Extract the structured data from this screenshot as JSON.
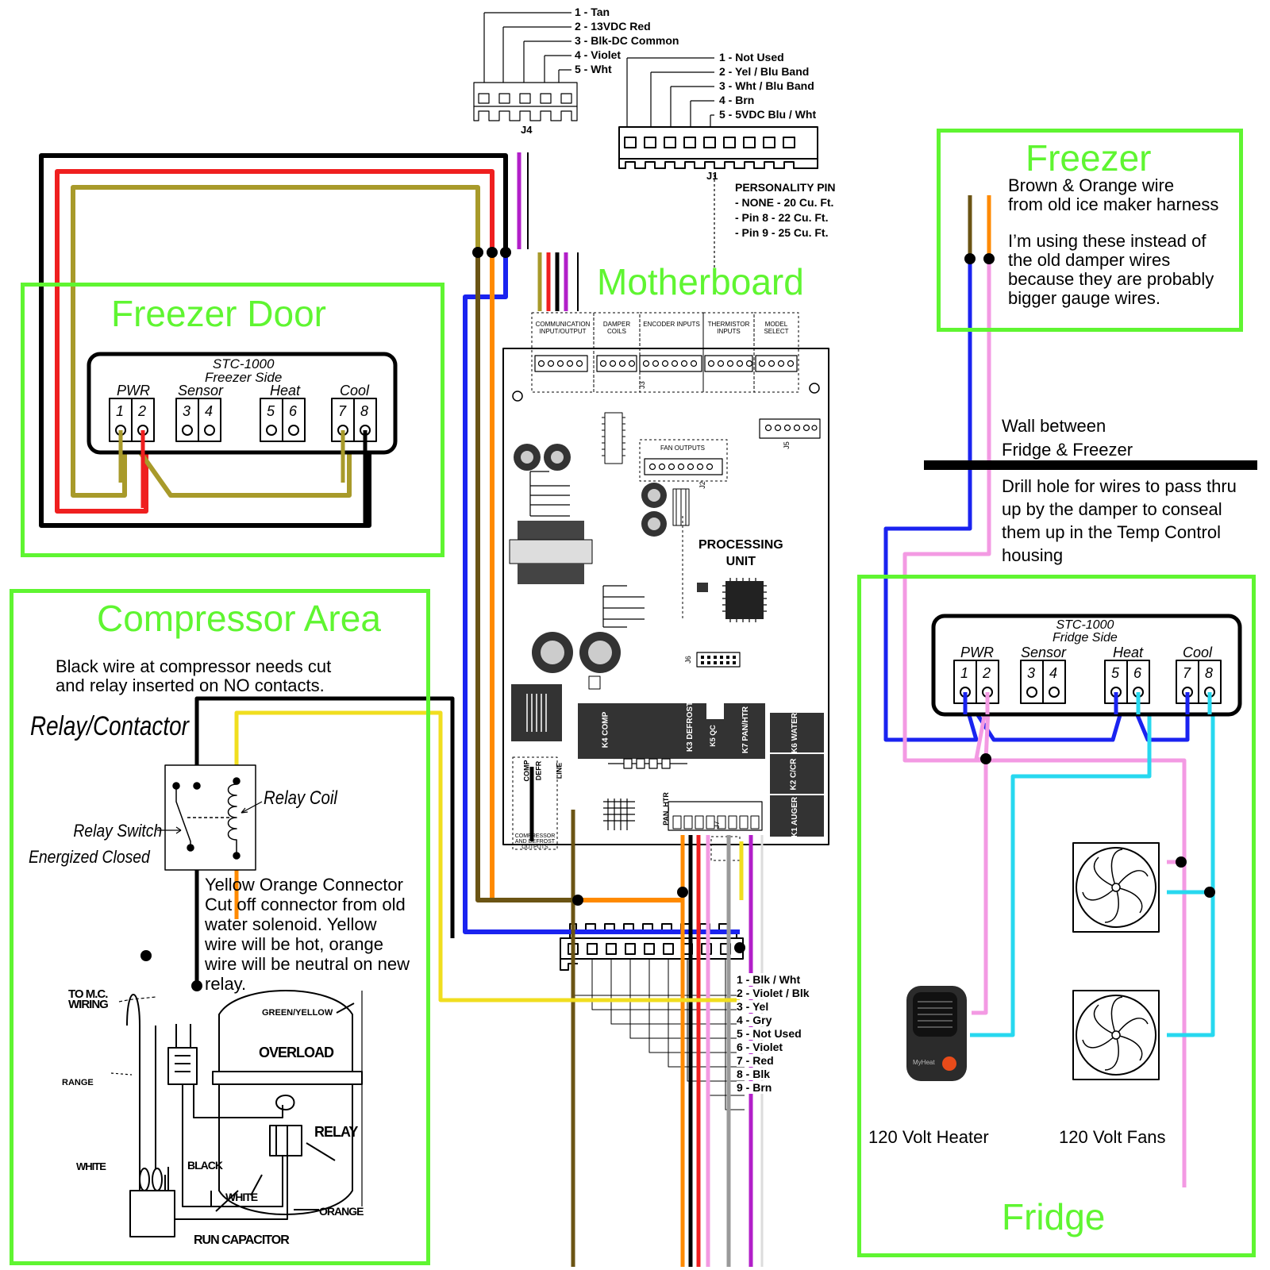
{
  "sections": {
    "freezer_door": "Freezer Door",
    "compressor_area": "Compressor Area",
    "motherboard": "Motherboard",
    "freezer": "Freezer",
    "fridge": "Fridge"
  },
  "controllers": {
    "freezer": {
      "model": "STC-1000",
      "side": "Freezer Side"
    },
    "fridge": {
      "model": "STC-1000",
      "side": "Fridge Side"
    },
    "group_labels": [
      "PWR",
      "Sensor",
      "Heat",
      "Cool"
    ],
    "terminals": [
      "1",
      "2",
      "3",
      "4",
      "5",
      "6",
      "7",
      "8"
    ]
  },
  "connectors": {
    "j4": {
      "name": "J4",
      "pins": [
        "1 - Tan",
        "2 - 13VDC Red",
        "3 - Blk-DC Common",
        "4 - Violet",
        "5 - Wht"
      ]
    },
    "j1": {
      "name": "J1",
      "pins": [
        "1 - Not Used",
        "2 - Yel / Blu Band",
        "3 - Wht / Blu Band",
        "4 - Brn",
        "5 - 5VDC Blu / Wht"
      ]
    },
    "j7": {
      "name": "J7",
      "pins": [
        "1 - Blk / Wht",
        "2 - Violet / Blk",
        "3 - Yel",
        "4 - Gry",
        "5 - Not Used",
        "6 - Violet",
        "7 - Red",
        "8 - Blk",
        "9 - Brn"
      ]
    }
  },
  "personality": {
    "title": "PERSONALITY PIN",
    "options": [
      "- NONE - 20 Cu. Ft.",
      "- Pin 8 - 22 Cu. Ft.",
      "- Pin 9 - 25 Cu. Ft."
    ]
  },
  "board": {
    "processing_unit": [
      "PROCESSING",
      "UNIT"
    ],
    "headers": [
      "COMMUNICATION INPUT/OUTPUT",
      "DAMPER COILS",
      "ENCODER INPUTS",
      "THERMISTOR INPUTS",
      "MODEL SELECT"
    ],
    "fan_outputs": "FAN OUTPUTS",
    "relays": [
      "K4 COMP",
      "K3 DEFROST",
      "K5 QC",
      "K7 PAN/HTR",
      "K6 WATER",
      "K2 C/CR",
      "K1 AUGER"
    ],
    "bottom": [
      "COMP",
      "DEFR",
      "LINE",
      "COMPRESSOR AND DEFROST OUTPUTS",
      "PAN_HTR"
    ],
    "labels": [
      "J2",
      "J3",
      "J5",
      "J6",
      "J7"
    ]
  },
  "notes": {
    "freezer_wire": [
      "Brown & Orange wire",
      "from old ice maker harness",
      "I’m using these instead of",
      "the old damper wires",
      "because they are probably",
      "bigger gauge wires."
    ],
    "wall": [
      "Wall between",
      "Fridge & Freezer"
    ],
    "drill": [
      "Drill hole for wires to pass thru",
      "up by the damper to conseal",
      "them up in the Temp Control",
      "housing"
    ],
    "compressor": [
      "Black wire at compressor needs cut",
      "and relay inserted on NO contacts."
    ],
    "relay_title": "Relay/Contactor",
    "relay_coil": "Relay Coil",
    "relay_switch": [
      "Relay Switch",
      "Energized Closed"
    ],
    "yellow_orange": [
      "Yellow Orange Connector",
      "Cut off connector from old",
      "water solenoid. Yellow",
      "wire will be hot, orange",
      "wire will be neutral on new",
      "relay."
    ],
    "heater": "120 Volt Heater",
    "fans": "120 Volt Fans"
  },
  "compressor_drawing": [
    "TO M.C. WIRING",
    "RANGE",
    "WHITE",
    "GREEN/YELLOW",
    "OVERLOAD",
    "RELAY",
    "BLACK",
    "WHITE",
    "ORANGE",
    "RUN CAPACITOR"
  ],
  "heater_brand": "MyHeat",
  "colors": {
    "section_border": "#5ff531",
    "black": "#000000",
    "red": "#ef1f1f",
    "tan": "#a89a2a",
    "brown": "#6b5414",
    "orange": "#ff8a00",
    "blue": "#1a23f0",
    "pink": "#f39ae3",
    "cyan": "#27d8ef",
    "yellow": "#f0de1f",
    "violet": "#b21fc9",
    "gray": "#9a9a9a"
  }
}
